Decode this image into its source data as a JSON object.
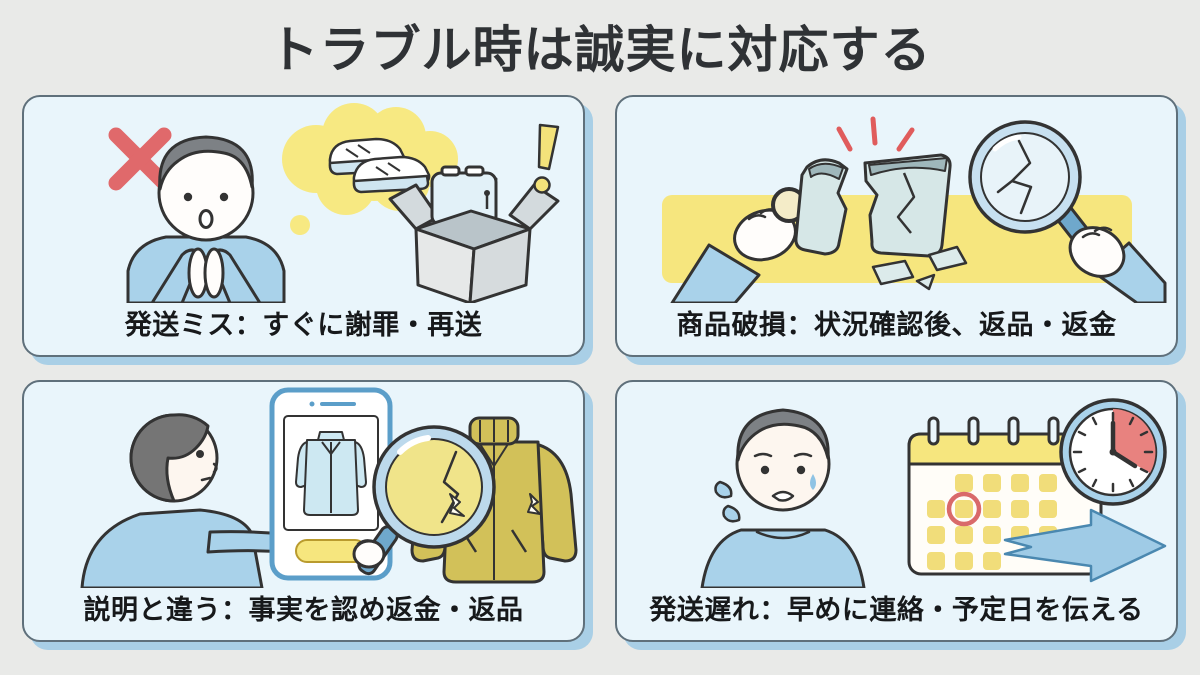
{
  "title": "トラブル時は誠実に対応する",
  "colors": {
    "page_background": "#e9eae8",
    "panel_fill": "#e9f5fb",
    "panel_border": "#5f707b",
    "panel_shadow": "#a9cfe6",
    "accent_yellow": "#f6e67e",
    "accent_red": "#e0696b",
    "accent_blue": "#a9d2ea",
    "outline": "#333333",
    "title_color": "#2f3235"
  },
  "panels": [
    {
      "id": "shipping-mistake",
      "caption": "発送ミス：すぐに謝罪・再送",
      "icons": [
        "x-mark-icon",
        "apologizing-man",
        "thought-bubble-sneakers",
        "open-box-with-toaster",
        "exclamation-icon"
      ]
    },
    {
      "id": "product-damage",
      "caption": "商品破損：状況確認後、返品・返金",
      "icons": [
        "impact-lines-icon",
        "broken-mug",
        "hand-holding-handle",
        "magnifying-glass-icon",
        "hand-holding-magnifier"
      ]
    },
    {
      "id": "wrong-description",
      "caption": "説明と違う：事実を認め返金・返品",
      "icons": [
        "man-looking",
        "smartphone-listing",
        "magnifying-glass-icon",
        "damaged-jacket"
      ]
    },
    {
      "id": "shipping-delay",
      "caption": "発送遅れ：早めに連絡・予定日を伝える",
      "icons": [
        "worried-man",
        "sweat-drops-icon",
        "calendar-icon",
        "clock-icon",
        "arrow-right-icon"
      ]
    }
  ]
}
